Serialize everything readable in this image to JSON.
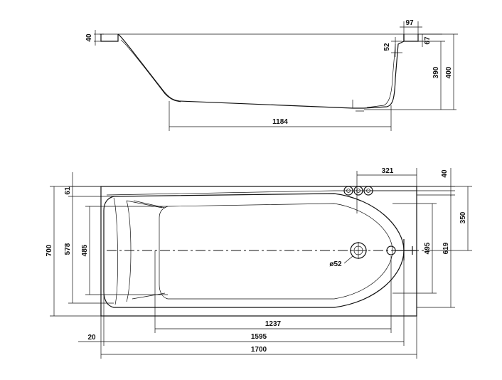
{
  "side_view": {
    "dims": {
      "rim_left": "40",
      "rim_right": "97",
      "overflow_a": "52",
      "overflow_b": "67",
      "inner_depth": "390",
      "total_depth": "400",
      "bottom_length": "1184"
    }
  },
  "top_view": {
    "dims": {
      "tap_offset": "321",
      "rim_corner": "40",
      "rim_edge": "61",
      "drain_to_edge": "350",
      "total_width": "700",
      "inner_width": "578",
      "bottom_width": "485",
      "bottom_width_right": "495",
      "inner_width_right": "619",
      "drain_diameter": "ø52",
      "bottom_to_drain": "1237",
      "inner_length": "1595",
      "wall_offset": "20",
      "total_length": "1700"
    }
  }
}
